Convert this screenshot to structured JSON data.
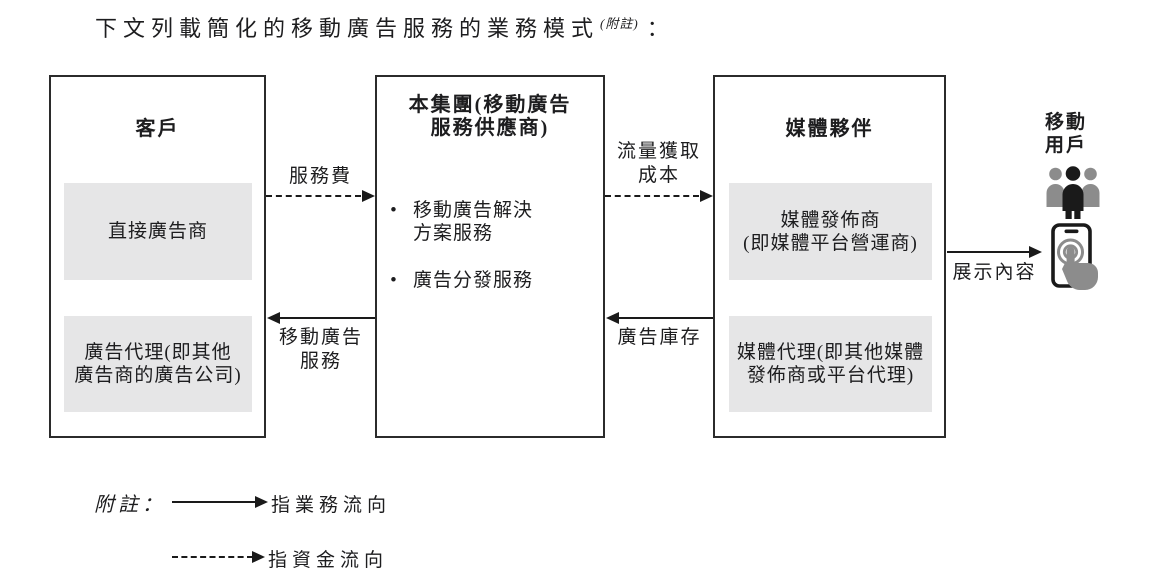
{
  "title": {
    "text": "下文列載簡化的移動廣告服務的業務模式",
    "superscript": "(附註)",
    "colon": "："
  },
  "boxes": {
    "customer": {
      "header": "客戶",
      "items": [
        "直接廣告商",
        "廣告代理(即其他\n廣告商的廣告公司)"
      ]
    },
    "group": {
      "header": "本集團(移動廣告\n服務供應商)",
      "bullet_char": "•",
      "bullets": [
        "移動廣告解決\n方案服務",
        "廣告分發服務"
      ]
    },
    "media": {
      "header": "媒體夥伴",
      "items": [
        "媒體發佈商\n(即媒體平台營運商)",
        "媒體代理(即其他媒體\n發佈商或平台代理)"
      ]
    }
  },
  "flows": {
    "service_fee": "服務費",
    "traffic_cost": "流量獲取\n成本",
    "mobile_ad_service": "移動廣告\n服務",
    "ad_inventory": "廣告庫存",
    "display_content": "展示內容"
  },
  "mobile_users": {
    "label": "移動\n用戶"
  },
  "legend": {
    "note": "附註：",
    "business_flow": "指業務流向",
    "fund_flow": "指資金流向"
  },
  "colors": {
    "ink": "#1d1d1f",
    "box_border": "#2b2b2b",
    "panel_gray": "#e6e6e7",
    "icon_gray": "#8c8c8c",
    "icon_black": "#1a1a1a"
  }
}
